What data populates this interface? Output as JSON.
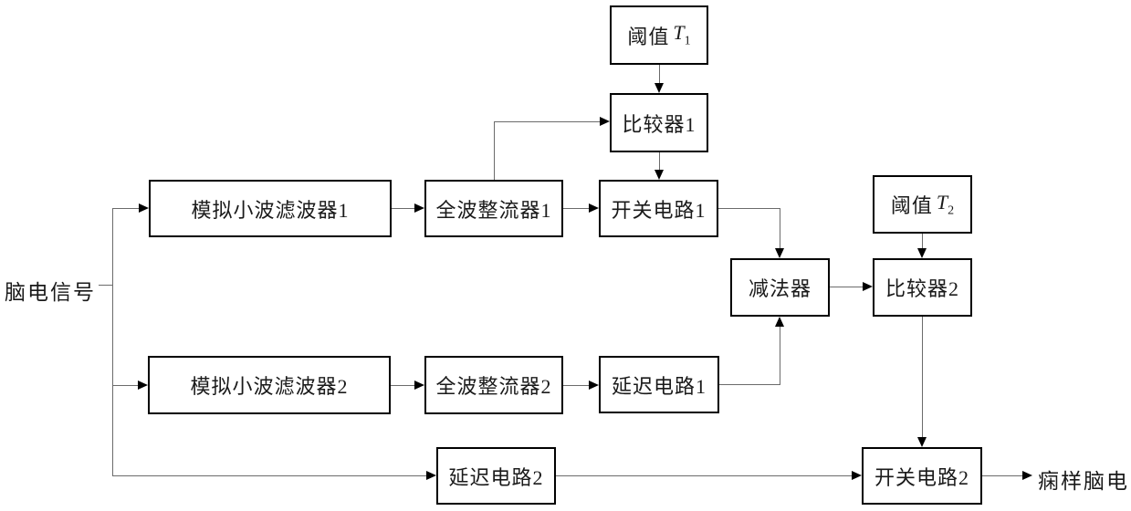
{
  "diagram": {
    "input_label": "脑电信号",
    "output_label": "痫样脑电",
    "nodes": {
      "threshold1": {
        "label": "阈值",
        "var": "T",
        "subscript": "1"
      },
      "comparator1": {
        "label": "比较器1"
      },
      "wavelet1": {
        "label": "模拟小波滤波器1"
      },
      "rectifier1": {
        "label": "全波整流器1"
      },
      "switch1": {
        "label": "开关电路1"
      },
      "subtractor": {
        "label": "减法器"
      },
      "threshold2": {
        "label": "阈值",
        "var": "T",
        "subscript": "2"
      },
      "comparator2": {
        "label": "比较器2"
      },
      "wavelet2": {
        "label": "模拟小波滤波器2"
      },
      "rectifier2": {
        "label": "全波整流器2"
      },
      "delay1": {
        "label": "延迟电路1"
      },
      "delay2": {
        "label": "延迟电路2"
      },
      "switch2": {
        "label": "开关电路2"
      }
    },
    "edges": [
      {
        "from": "脑电信号",
        "to": "模拟小波滤波器1"
      },
      {
        "from": "脑电信号",
        "to": "模拟小波滤波器2"
      },
      {
        "from": "脑电信号",
        "to": "延迟电路2"
      },
      {
        "from": "模拟小波滤波器1",
        "to": "全波整流器1"
      },
      {
        "from": "全波整流器1",
        "to": "开关电路1"
      },
      {
        "from": "全波整流器1",
        "to": "比较器1"
      },
      {
        "from": "阈值T1",
        "to": "比较器1"
      },
      {
        "from": "比较器1",
        "to": "开关电路1"
      },
      {
        "from": "开关电路1",
        "to": "减法器"
      },
      {
        "from": "模拟小波滤波器2",
        "to": "全波整流器2"
      },
      {
        "from": "全波整流器2",
        "to": "延迟电路1"
      },
      {
        "from": "延迟电路1",
        "to": "减法器"
      },
      {
        "from": "减法器",
        "to": "比较器2"
      },
      {
        "from": "阈值T2",
        "to": "比较器2"
      },
      {
        "from": "比较器2",
        "to": "开关电路2"
      },
      {
        "from": "延迟电路2",
        "to": "开关电路2"
      },
      {
        "from": "开关电路2",
        "to": "痫样脑电"
      }
    ],
    "colors": {
      "background": "#ffffff",
      "box_border": "#000000",
      "line": "#6b6b6b",
      "arrowhead": "#000000",
      "text": "#1a1a1a"
    }
  }
}
